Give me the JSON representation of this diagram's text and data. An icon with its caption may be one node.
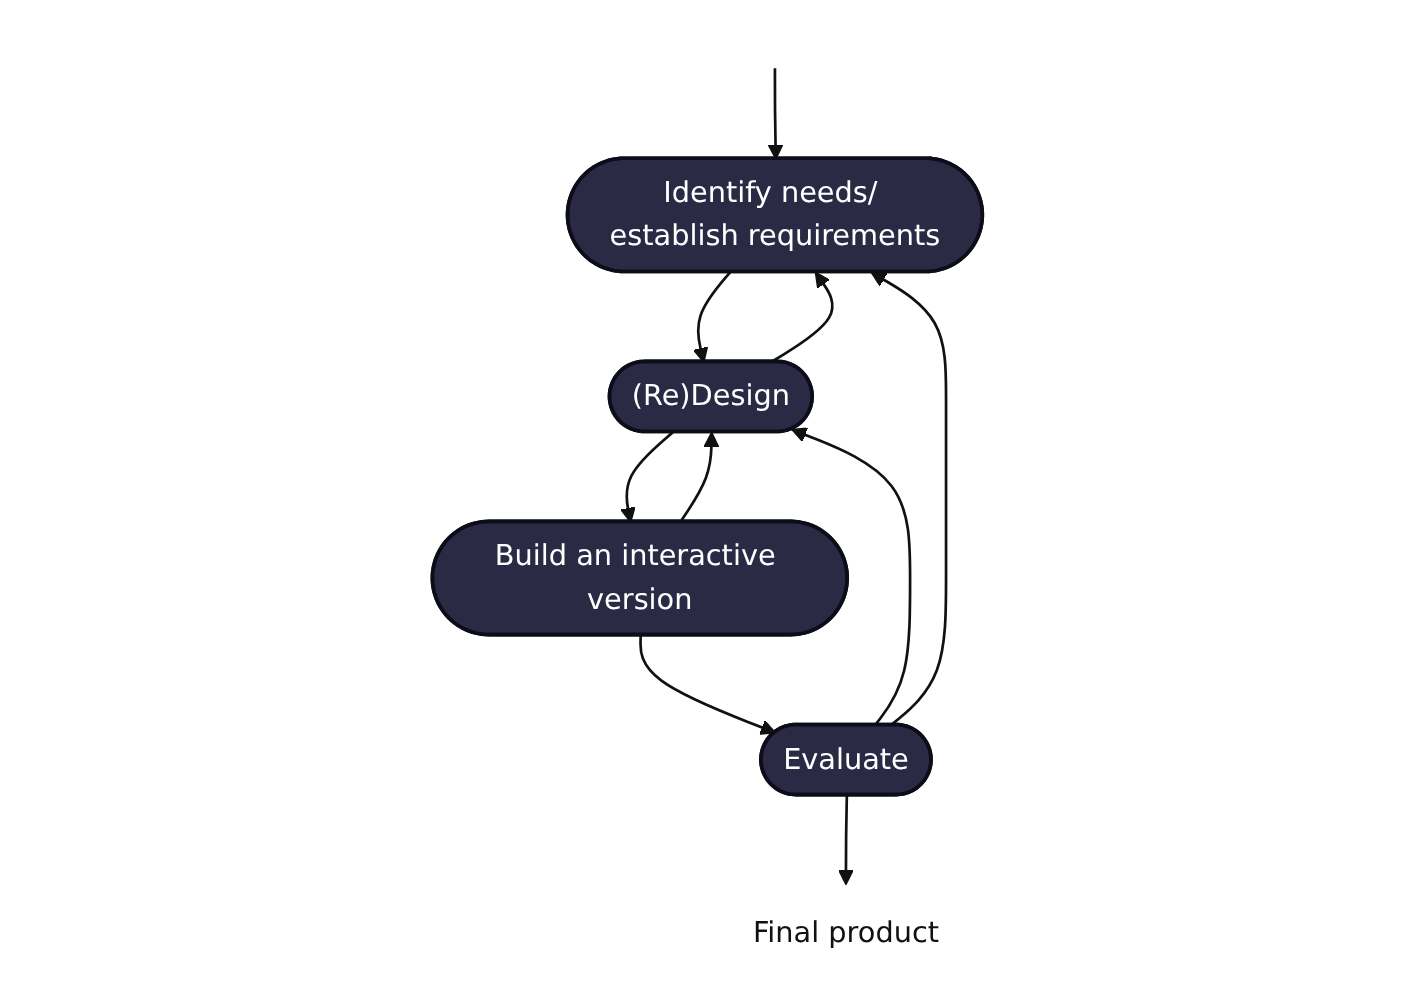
{
  "diagram": {
    "nodes": [
      {
        "text": [
          "Identify needs/ establish requirements"
        ]
      },
      {
        "text": [
          "(Re)Design"
        ]
      },
      {
        "text": [
          "Evaluate"
        ]
      },
      {
        "text": [
          "Build an interactive version"
        ]
      },
      {
        "text": [
          "Final product"
        ]
      }
    ],
    "edges": [
      {
        "from": null,
        "to": 0,
        "arrow": "to"
      },
      {
        "from": 0,
        "to": 1,
        "arrow": "to"
      },
      {
        "from": 1,
        "to": 0,
        "arrow": "to"
      },
      {
        "from": 2,
        "to": 0,
        "arrow": "to"
      },
      {
        "from": 2,
        "to": 1,
        "arrow": "to"
      },
      {
        "from": 1,
        "to": 3,
        "arrow": "to"
      },
      {
        "from": 3,
        "to": 1,
        "arrow": "to"
      },
      {
        "from": 3,
        "to": 2,
        "arrow": "to"
      },
      {
        "from": 2,
        "to": 4,
        "arrow": "to"
      }
    ]
  }
}
